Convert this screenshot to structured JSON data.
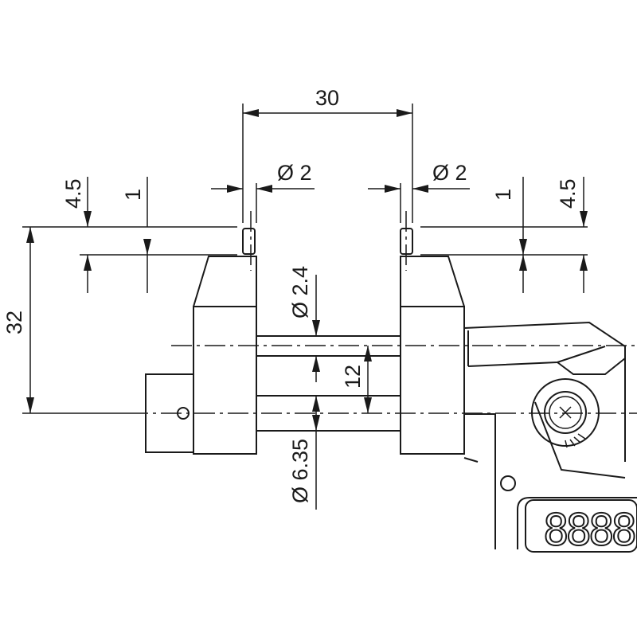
{
  "dimensions": {
    "span": "30",
    "tip_dia_left": "Ø 2",
    "tip_dia_right": "Ø 2",
    "offset_left": "4.5",
    "step_left": "1",
    "step_right": "1",
    "offset_right": "4.5",
    "height": "32",
    "small_shaft_dia": "Ø 2.4",
    "axis_distance": "12",
    "spindle_dia": "Ø 6.35"
  },
  "display": {
    "readout": "8888"
  }
}
